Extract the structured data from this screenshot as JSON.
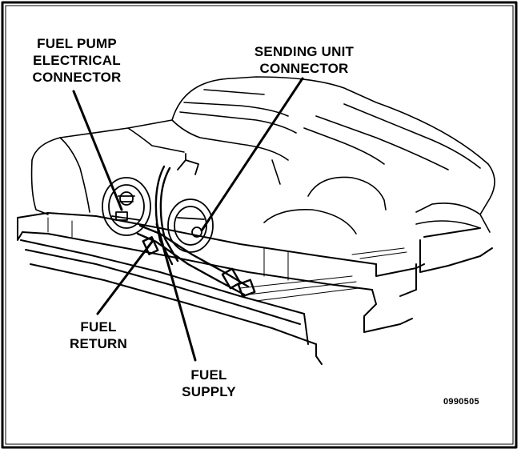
{
  "labels": {
    "fuel_pump_connector": [
      "FUEL PUMP",
      "ELECTRICAL",
      "CONNECTOR"
    ],
    "sending_unit_connector": [
      "SENDING UNIT",
      "CONNECTOR"
    ],
    "fuel_return": [
      "FUEL",
      "RETURN"
    ],
    "fuel_supply": [
      "FUEL",
      "SUPPLY"
    ]
  },
  "figure_code": "0990505",
  "colors": {
    "ink": "#000000",
    "paper": "#ffffff"
  }
}
